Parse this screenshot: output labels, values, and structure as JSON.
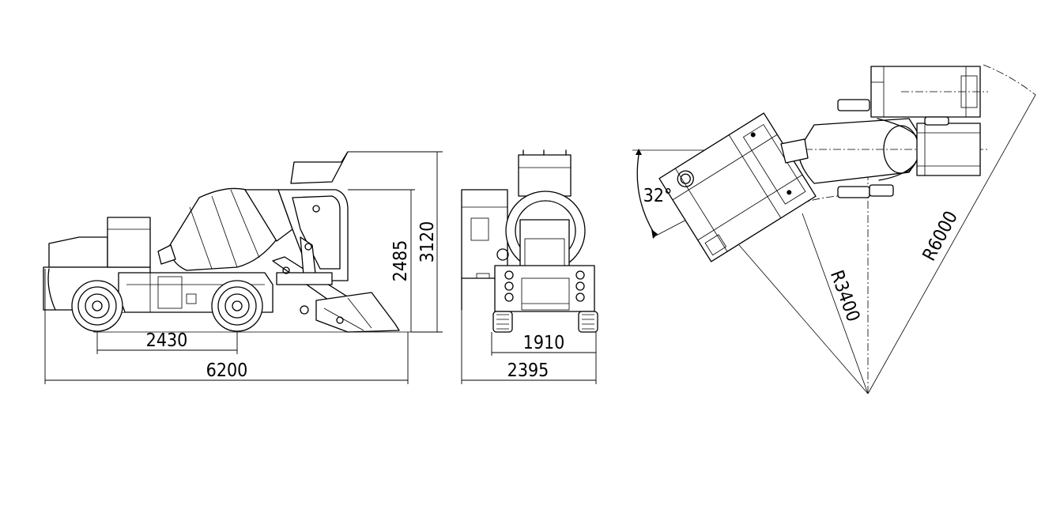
{
  "side_view": {
    "dimensions": {
      "wheelbase": "2430",
      "overall_length": "6200",
      "body_height": "2485",
      "overall_height": "3120"
    }
  },
  "rear_view": {
    "dimensions": {
      "track_width": "1910",
      "overall_width": "2395"
    }
  },
  "top_view": {
    "dimensions": {
      "rotation_angle": "32°",
      "inner_radius": "R3400",
      "outer_radius": "R6000"
    }
  }
}
